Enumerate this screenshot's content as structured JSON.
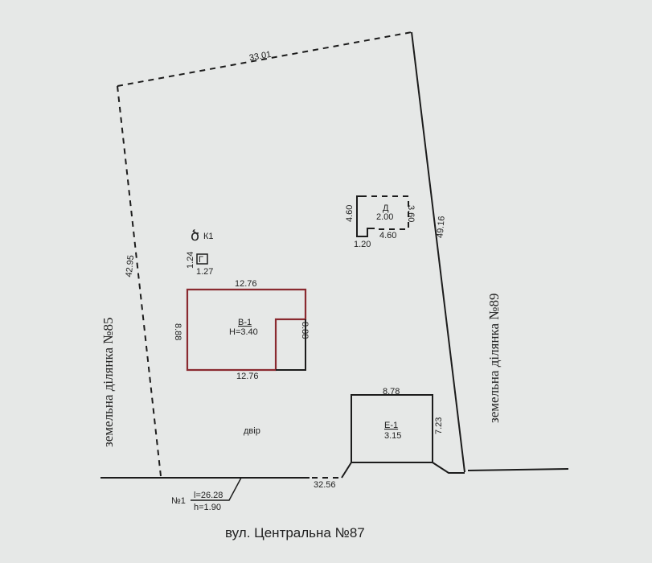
{
  "boundary": {
    "top": "33.01",
    "left": "42.95",
    "right": "49.16",
    "bottom": "32.56"
  },
  "neighbors": {
    "left": "земельна ділянка №85",
    "right": "земельна ділянка №89"
  },
  "street": "вул. Центральна №87",
  "yard": "двір",
  "well": {
    "label": "К1"
  },
  "building_g": {
    "label": "Г",
    "w": "1.27",
    "h": "1.24"
  },
  "building_d": {
    "label": "Д",
    "height": "2.00",
    "left": "4.60",
    "right": "3.60",
    "bottom": "4.60",
    "notch": "1.20"
  },
  "building_b": {
    "label": "В-1",
    "height": "Н=3.40",
    "top": "12.76",
    "bottom": "12.76",
    "left": "8.88",
    "right": "8.88"
  },
  "building_e": {
    "label": "Е-1",
    "height": "3.15",
    "top": "8.78",
    "right": "7.23"
  },
  "fence": {
    "number": "№1",
    "length": "l=26.28",
    "height": "h=1.90"
  },
  "colors": {
    "main_building": "#8a2a30",
    "lines": "#1c1c1c",
    "paper": "#e6e8e7"
  }
}
